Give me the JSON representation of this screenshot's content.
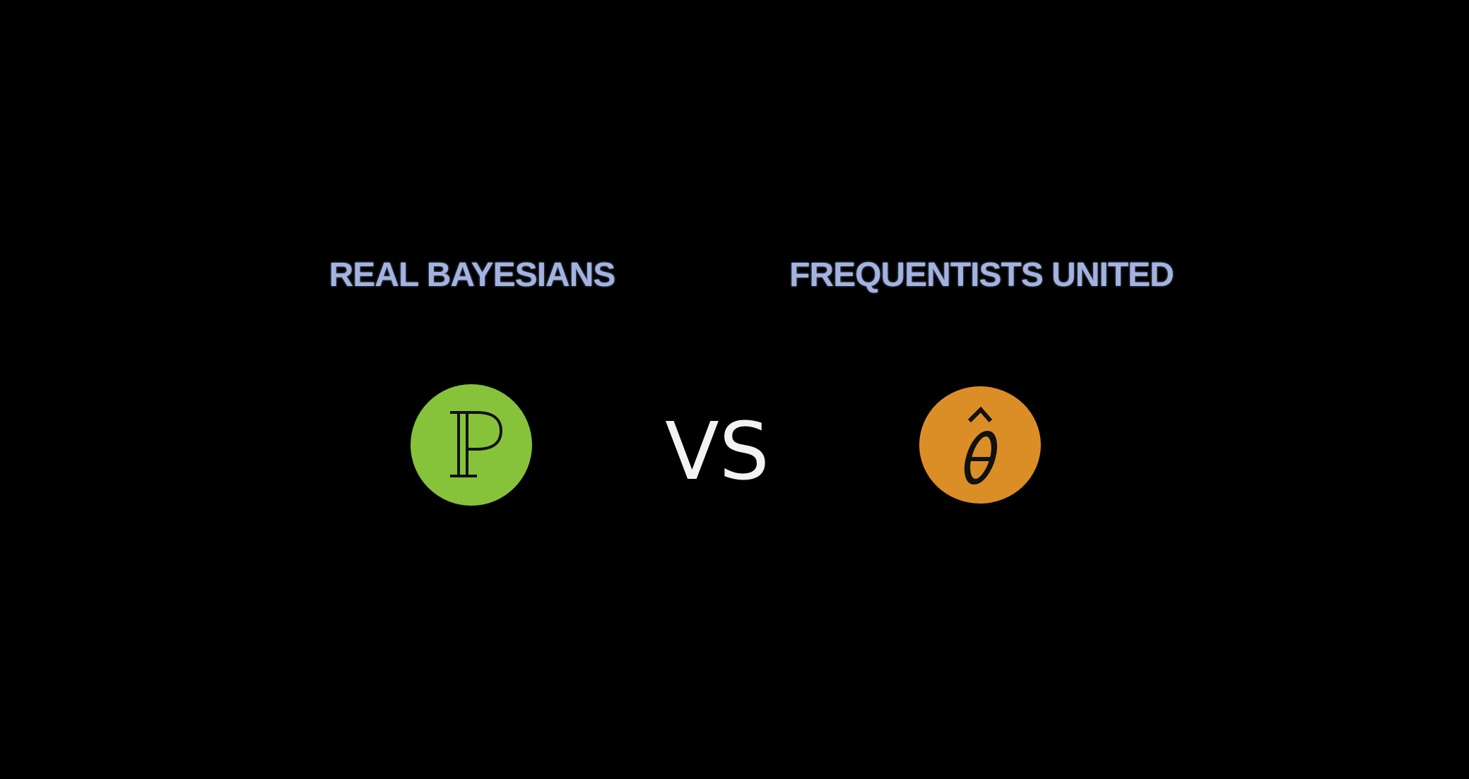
{
  "colors": {
    "background": "#000000",
    "team_name_color": "#a3b3e0",
    "left_badge": "#86c33a",
    "right_badge": "#dc8e26",
    "vs_color": "#f2f2f2",
    "glyph_color": "#111111"
  },
  "left_team": {
    "name": "REAL BAYESIANS",
    "badge_icon": "blackboard-bold-p-icon"
  },
  "right_team": {
    "name": "FREQUENTISTS UNITED",
    "badge_icon": "theta-hat-icon"
  },
  "versus_label": "VS"
}
